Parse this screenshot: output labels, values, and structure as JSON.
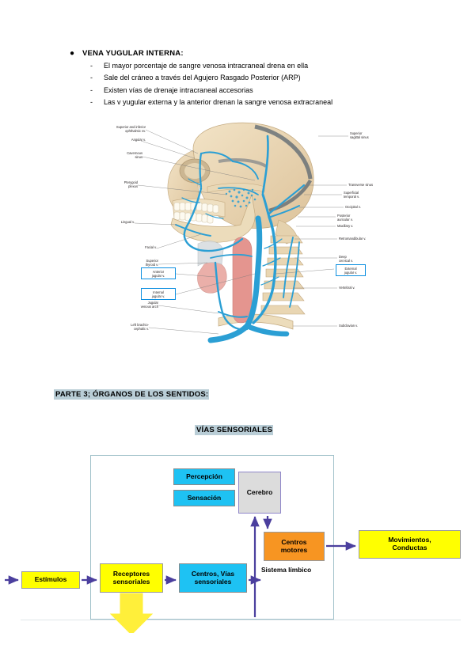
{
  "notes": {
    "bullet_marker": "●",
    "title": "VENA YUGULAR INTERNA:",
    "dash": "-",
    "items": [
      "El mayor porcentaje de sangre venosa intracraneal drena en ella",
      "Sale del cráneo a través del Agujero Rasgado Posterior (ARP)",
      "Existen vías de drenaje intracraneal accesorias",
      "Las v yugular externa y la anterior drenan la sangre venosa extracraneal"
    ]
  },
  "figure": {
    "caption_alt": "Lateral view of skull and neck venous drainage",
    "box_border_color": "#0d8fe0",
    "vein_color": "#2b9fd4",
    "bone_color": "#e8d4b0",
    "muscle_color": "#e4958f",
    "labels_left": [
      "Superior and inferior\nophthalmic vv.",
      "Angular v.",
      "Cavernous\nsinus",
      "Pterygoid\nplexus",
      "Lingual v.",
      "Facial v.",
      "Superior\nthyroid v.",
      "Jugular\nvenous arch",
      "Left brachio-\ncephalic v."
    ],
    "labels_right": [
      "Superior\nsagittal sinus",
      "Transverse sinus",
      "Superficial\ntemporal v.",
      "Occipital v.",
      "Posterior\nauricular v.",
      "Maxillary v.",
      "Retromandibular v.",
      "Deep\ncervical v.",
      "Vertebral v.",
      "Subclavian v."
    ],
    "boxed_labels": [
      "Anterior\njugular v.",
      "Internal\njugular v.",
      "External\njugular v."
    ]
  },
  "headings": {
    "parte3": "PARTE 3; ÓRGANOS DE LOS SENTIDOS:",
    "vias": "VÍAS SENSORIALES",
    "highlight_color": "#b9cdd6"
  },
  "flow": {
    "colors": {
      "cyan": "#1ec2f3",
      "yellow": "#ffff00",
      "orange": "#f79522",
      "gray": "#dcdcdc",
      "arrow": "#4b3f9e",
      "container_border": "#9fc0c9"
    },
    "nodes": {
      "percepcion": "Percepción",
      "sensacion": "Sensación",
      "cerebro": "Cerebro",
      "centros_motores": "Centros\nmotores",
      "centros_vias": "Centros, Vías\nsensoriales",
      "receptores": "Receptores\nsensoriales",
      "estimulos": "Estímulos",
      "movimientos": "Movimientos,\nConductas"
    },
    "sistema_limbico": "Sistema límbico"
  }
}
